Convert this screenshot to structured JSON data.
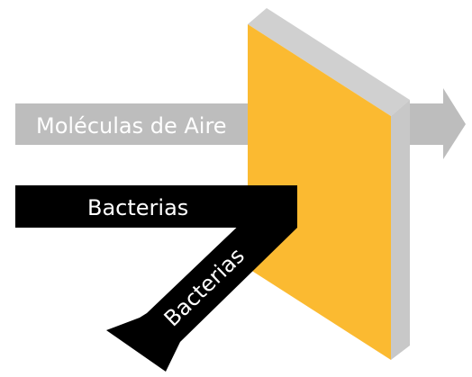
{
  "labels": {
    "air_molecules": "Moléculas de Aire",
    "bacteria_incoming": "Bacterias",
    "bacteria_deflected": "Bacterias"
  },
  "colors": {
    "filter_face": "#FBBA31",
    "filter_side": "#C8C8C8",
    "filter_top": "#D0D0D0",
    "air_arrow": "#BDBDBD",
    "bacteria_arrow": "#000000",
    "air_text": "#FFFFFF",
    "bacteria_text": "#FFFFFF"
  }
}
